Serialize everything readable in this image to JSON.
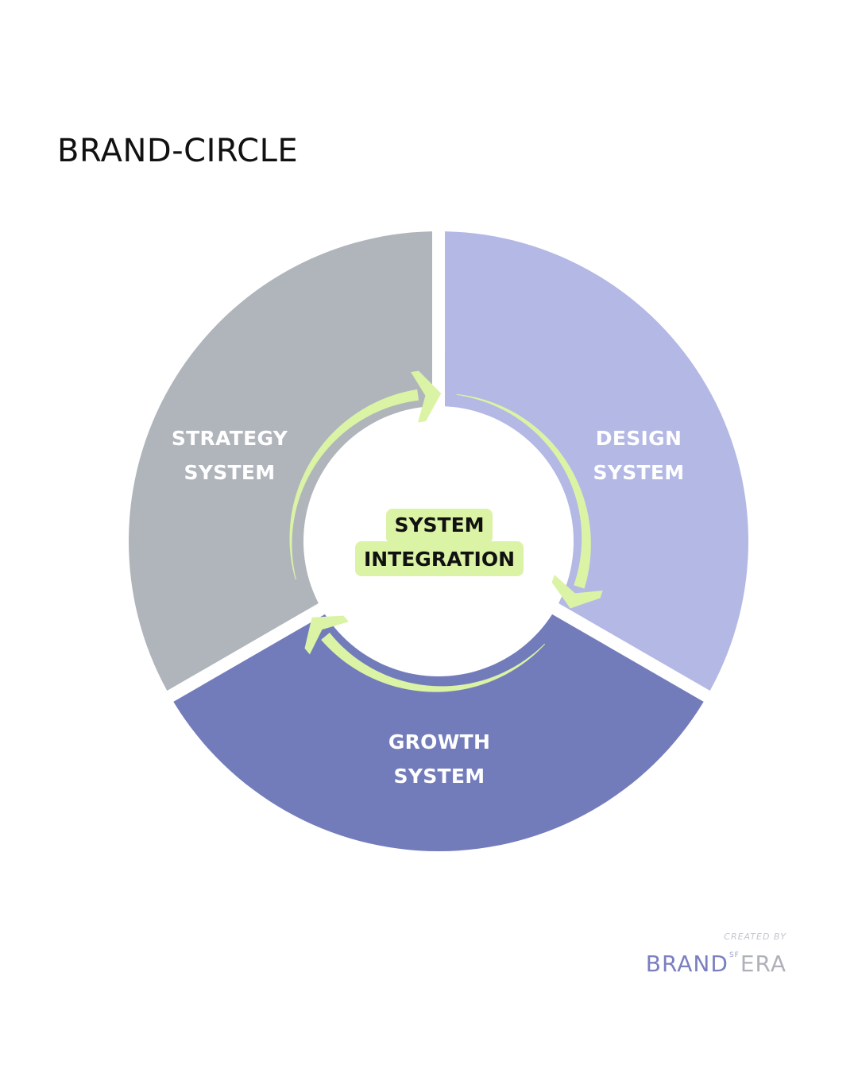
{
  "title": "BRAND-CIRCLE",
  "colors": {
    "strategy": "#b0b5bb",
    "design": "#b3b8e5",
    "growth": "#737cbb",
    "accent": "#dbf3a5",
    "label_text": "#ffffff",
    "center_text": "#111111"
  },
  "segments": [
    {
      "id": "strategy",
      "lines": [
        "STRATEGY",
        "SYSTEM"
      ],
      "color": "#b0b5bb"
    },
    {
      "id": "design",
      "lines": [
        "DESIGN",
        "SYSTEM"
      ],
      "color": "#b3b8e5"
    },
    {
      "id": "growth",
      "lines": [
        "GROWTH",
        "SYSTEM"
      ],
      "color": "#737cbb"
    }
  ],
  "center": {
    "lines": [
      "SYSTEM",
      "INTEGRATION"
    ]
  },
  "cycle_arrows": [
    {
      "from": "strategy",
      "to": "design",
      "direction": "clockwise"
    },
    {
      "from": "design",
      "to": "growth",
      "direction": "clockwise"
    },
    {
      "from": "growth",
      "to": "strategy",
      "direction": "clockwise"
    }
  ],
  "credit": {
    "created_by": "CREATED BY",
    "brand_part1": "BRAND",
    "brand_sup": "SF",
    "brand_part2": "ERA"
  }
}
